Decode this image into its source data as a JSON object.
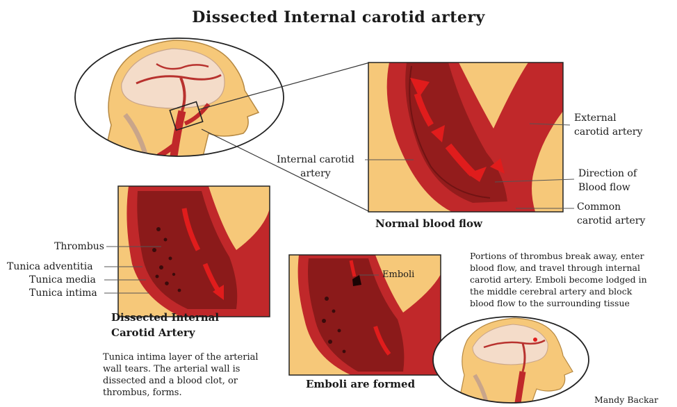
{
  "title": "Dissected Internal carotid artery",
  "labels": {
    "external_carotid": [
      "External",
      "carotid artery"
    ],
    "internal_carotid": [
      "Internal carotid",
      "artery"
    ],
    "direction": [
      "Direction of",
      "Blood flow"
    ],
    "common_carotid": [
      "Common",
      "carotid artery"
    ],
    "normal_caption": "Normal blood flow",
    "thrombus": "Thrombus",
    "tunica_adventitia": "Tunica adventitia",
    "tunica_media": "Tunica media",
    "tunica_intima": "Tunica intima",
    "dissected_caption": [
      "Dissected Internal",
      "Carotid Artery"
    ],
    "dissected_paragraph": [
      "Tunica intima layer of the arterial",
      "wall tears. The arterial wall is",
      "dissected and a blood clot, or",
      "thrombus, forms."
    ],
    "emboli": "Emboli",
    "emboli_caption": "Emboli are formed",
    "emboli_paragraph": [
      "Portions of thrombus break away, enter",
      "blood flow, and travel through internal",
      "carotid artery. Emboli become lodged in",
      "the middle cerebral artery and block",
      "blood flow to the surrounding tissue"
    ],
    "author": "Mandy Backar"
  },
  "colors": {
    "skin": "#f6c879",
    "brain": "#f4dcc9",
    "artery": "#c0282a",
    "artery_dark": "#8b1a1a",
    "lumen": "#a83a3a",
    "arrow": "#e01c1c",
    "outline": "#222222"
  }
}
